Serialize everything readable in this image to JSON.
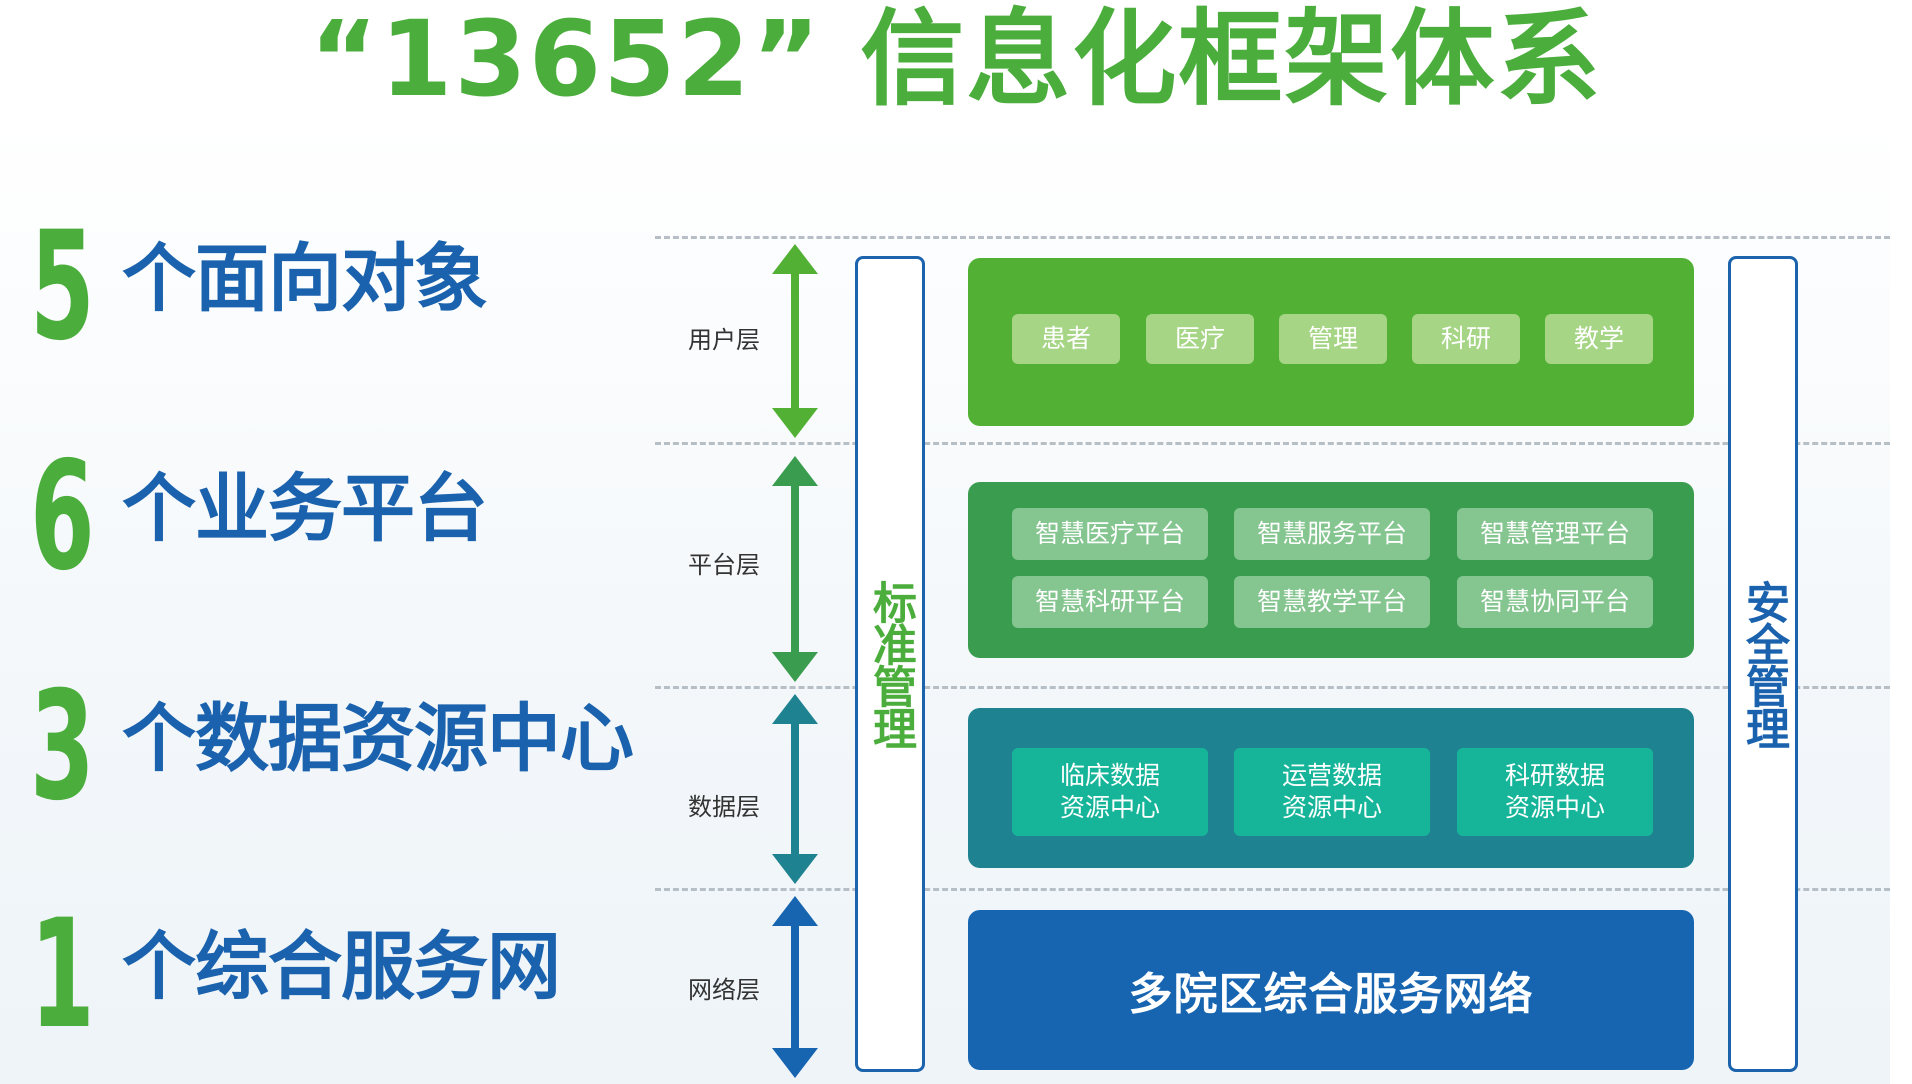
{
  "title": "“13652” 信息化框架体系",
  "left_items": [
    {
      "number": "5",
      "text": "个面向对象"
    },
    {
      "number": "6",
      "text": "个业务平台"
    },
    {
      "number": "3",
      "text": "个数据资源中心"
    },
    {
      "number": "1",
      "text": "个综合服务网"
    }
  ],
  "layers": {
    "user": {
      "label": "用户层",
      "items": [
        "患者",
        "医疗",
        "管理",
        "科研",
        "教学"
      ]
    },
    "platform": {
      "label": "平台层",
      "items": [
        "智慧医疗平台",
        "智慧服务平台",
        "智慧管理平台",
        "智慧科研平台",
        "智慧教学平台",
        "智慧协同平台"
      ]
    },
    "data": {
      "label": "数据层",
      "items": [
        "临床数据\n资源中心",
        "运营数据\n资源中心",
        "科研数据\n资源中心"
      ]
    },
    "network": {
      "label": "网络层",
      "content": "多院区综合服务网络"
    }
  },
  "side_bars": {
    "left": "标准管理",
    "right": "安全管理"
  },
  "colors": {
    "green_title": "#4bae3c",
    "blue_text": "#1a62ad",
    "user_box": "#52b135",
    "user_pill": "#a6d585",
    "platform_box": "#3a9c4e",
    "platform_pill": "#85c590",
    "data_box": "#1e8291",
    "data_pill": "#16b59a",
    "network_box": "#1765b0",
    "arrow_green": "#52b135",
    "arrow_mid": "#3a9c4e",
    "arrow_teal": "#1e8291",
    "arrow_blue": "#1765b0"
  }
}
